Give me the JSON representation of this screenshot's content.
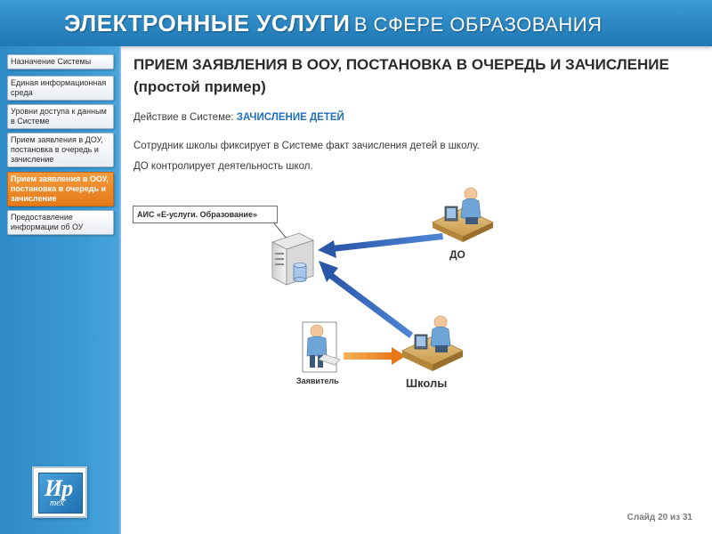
{
  "header": {
    "title_bold": "ЭЛЕКТРОННЫЕ УСЛУГИ",
    "title_rest": "В СФЕРЕ ОБРАЗОВАНИЯ"
  },
  "sidebar": {
    "items": [
      {
        "label": "Назначение Системы",
        "active": false
      },
      {
        "label": "Единая информационная среда",
        "active": false
      },
      {
        "label": "Уровни доступа к данным в Системе",
        "active": false
      },
      {
        "label": "Прием заявления в ДОУ, постановка в очередь и зачисление",
        "active": false
      },
      {
        "label": "Прием заявления в ООУ, постановка в очередь и зачисление",
        "active": true
      },
      {
        "label": "Предоставление информации об ОУ",
        "active": false
      }
    ]
  },
  "logo": {
    "text": "Ир",
    "sub": "тех"
  },
  "main": {
    "title": "ПРИЕМ ЗАЯВЛЕНИЯ В ООУ, ПОСТАНОВКА В ОЧЕРЕДЬ И ЗАЧИСЛЕНИЕ (простой пример)",
    "action_prefix": "Действие в Системе:",
    "action_value": "ЗАЧИСЛЕНИЕ  ДЕТЕЙ",
    "desc_line1": "Сотрудник школы фиксирует в Системе факт зачисления детей в школу.",
    "desc_line2": "ДО контролирует деятельность школ."
  },
  "diagram": {
    "callout": "АИС «Е-услуги. Образование»",
    "label_do": "ДО",
    "label_applicant": "Заявитель",
    "label_schools": "Школы"
  },
  "footer": {
    "prefix": "Слайд",
    "current": "20",
    "sep": "из",
    "total": "31"
  },
  "colors": {
    "header": "#2b86c2",
    "accent_text": "#1f6fc0",
    "active_nav": "#e57b1a",
    "arrow_blue": "#2e5fb5",
    "arrow_orange": "#f08a1a"
  }
}
